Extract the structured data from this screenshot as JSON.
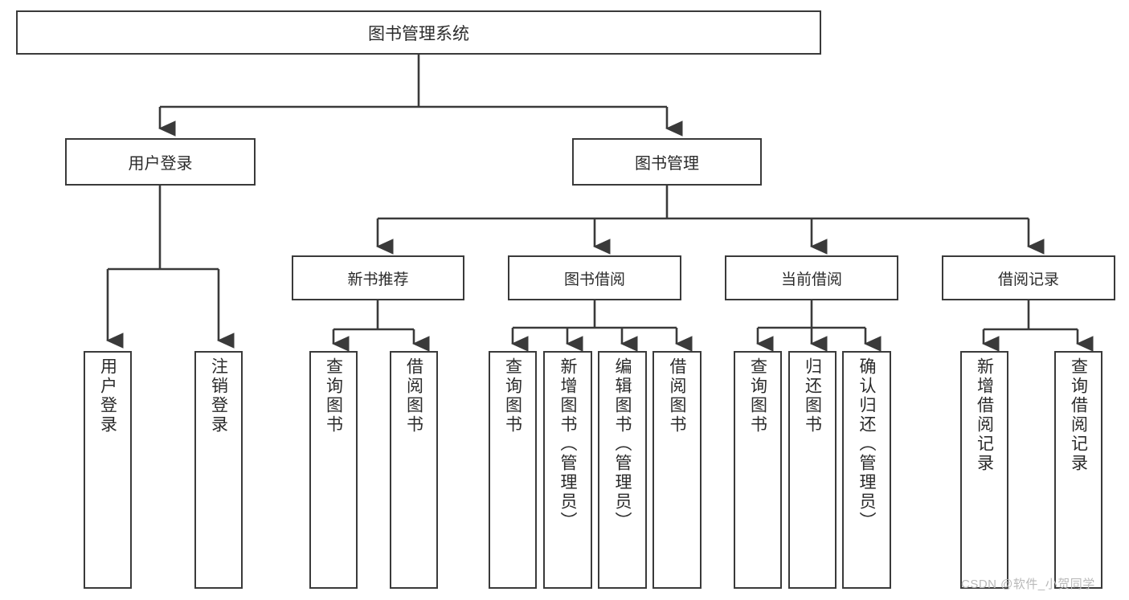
{
  "diagram": {
    "title": "图书管理系统",
    "type": "hierarchy-tree",
    "root": {
      "label": "图书管理系统"
    },
    "level2": [
      {
        "label": "用户登录"
      },
      {
        "label": "图书管理"
      }
    ],
    "level3": [
      {
        "label": "新书推荐"
      },
      {
        "label": "图书借阅"
      },
      {
        "label": "当前借阅"
      },
      {
        "label": "借阅记录"
      }
    ],
    "leaves": {
      "user_login": [
        {
          "label": "用户登录"
        },
        {
          "label": "注销登录"
        }
      ],
      "new_book_recommend": [
        {
          "label": "查询图书"
        },
        {
          "label": "借阅图书"
        }
      ],
      "book_borrow": [
        {
          "label": "查询图书"
        },
        {
          "label": "新增图书（管理员）"
        },
        {
          "label": "编辑图书（管理员）"
        },
        {
          "label": "借阅图书"
        }
      ],
      "current_borrow": [
        {
          "label": "查询图书"
        },
        {
          "label": "归还图书"
        },
        {
          "label": "确认归还（管理员）"
        }
      ],
      "borrow_record": [
        {
          "label": "新增借阅记录"
        },
        {
          "label": "查询借阅记录"
        }
      ]
    },
    "watermark": "CSDN @软件_小贺同学",
    "colors": {
      "stroke": "#3a3a3a",
      "fill": "#ffffff",
      "text": "#2b2b2b",
      "watermark": "#b9b9b9"
    }
  }
}
